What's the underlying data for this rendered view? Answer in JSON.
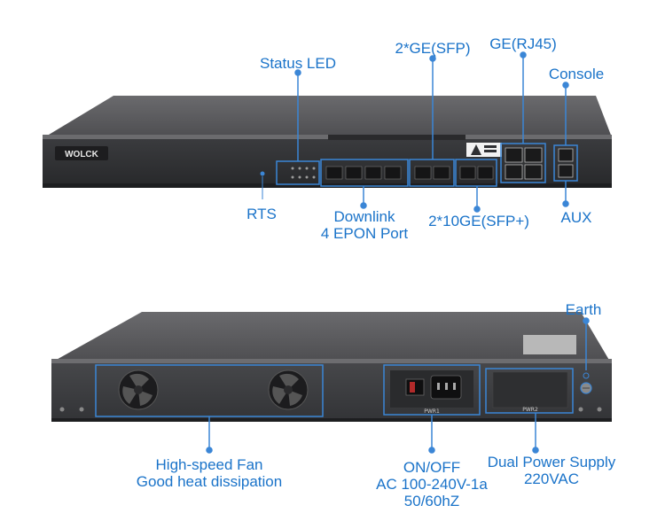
{
  "front_panel": {
    "brand": "WOLCK",
    "callouts": {
      "status_led": "Status LED",
      "ge_sfp": "2*GE(SFP)",
      "ge_rj45": "GE(RJ45)",
      "console": "Console",
      "rts": "RTS",
      "downlink_line1": "Downlink",
      "downlink_line2": "4 EPON Port",
      "tengig_sfp_plus": "2*10GE(SFP+)",
      "aux": "AUX"
    }
  },
  "rear_panel": {
    "psu1_label": "PWR1",
    "psu2_label": "PWR2",
    "callouts": {
      "earth": "Earth",
      "fan_line1": "High-speed Fan",
      "fan_line2": "Good heat dissipation",
      "onoff_line1": "ON/OFF",
      "onoff_line2": "AC 100-240V-1a",
      "onoff_line3": "50/60hZ",
      "dual_psu_line1": "Dual Power Supply",
      "dual_psu_line2": "220VAC"
    }
  },
  "colors": {
    "callout": "#1a73c9",
    "chassis_top": "#5b5b5e",
    "chassis_face": "#2f3033",
    "highlight": "#3b86d6"
  }
}
